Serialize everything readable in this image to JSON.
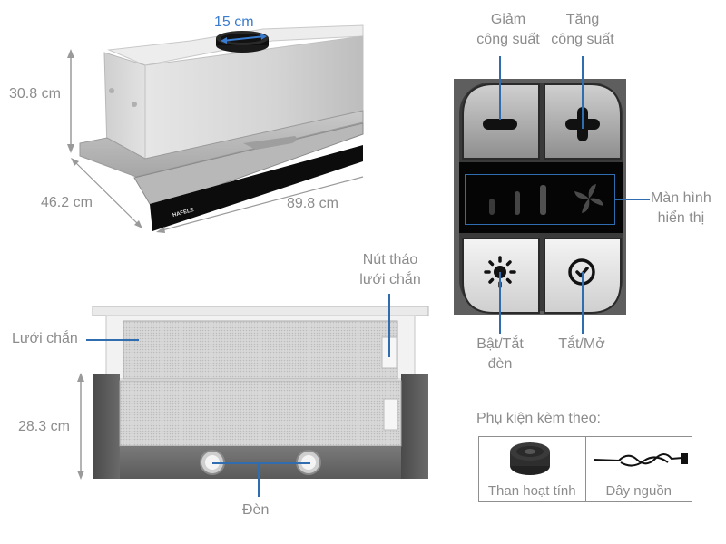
{
  "hood_3d": {
    "duct_diameter": "15 cm",
    "height": "30.8 cm",
    "depth": "46.2 cm",
    "width": "89.8 cm",
    "brand": "HAFELE"
  },
  "control_panel": {
    "decrease_power_label": [
      "Giảm",
      "công suất"
    ],
    "increase_power_label": [
      "Tăng",
      "công suất"
    ],
    "display_label": [
      "Màn hình",
      "hiển thị"
    ],
    "light_toggle_label": [
      "Bật/Tắt",
      "đèn"
    ],
    "power_toggle_label": "Tắt/Mở",
    "icons": {
      "decrease": "minus-icon",
      "increase": "plus-icon",
      "light": "sun-icon",
      "power": "clock-check-icon",
      "fan": "fan-icon"
    },
    "display_bars": 3
  },
  "front_view": {
    "filter_release_label": [
      "Nút tháo",
      "lưới chắn"
    ],
    "filter_label": "Lưới chắn",
    "height": "28.3 cm",
    "lights_label": "Đèn"
  },
  "accessories": {
    "title": "Phụ kiện kèm theo:",
    "items": [
      {
        "label": "Than hoạt tính",
        "icon": "carbon-filter-icon"
      },
      {
        "label": "Dây nguồn",
        "icon": "power-cord-icon"
      }
    ]
  },
  "colors": {
    "annotation_blue": "#2f6db0",
    "dimension_blue": "#3a7cd0",
    "label_gray": "#8c8c8c"
  }
}
